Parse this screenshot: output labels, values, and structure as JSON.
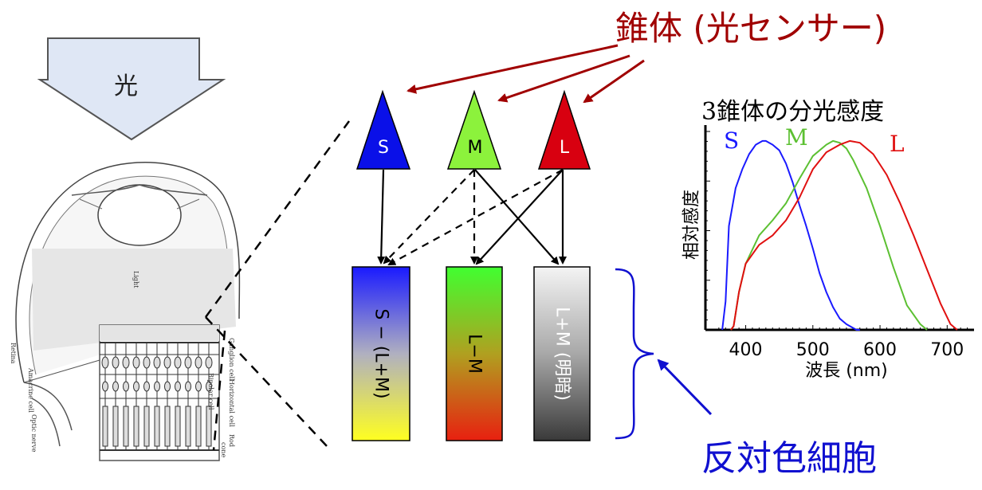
{
  "light_arrow": {
    "label": "光"
  },
  "cones": {
    "title": "錐体 (光センサー)",
    "s": {
      "label": "S",
      "color": "#0a10e8"
    },
    "m": {
      "label": "M",
      "color": "#8cf23c"
    },
    "l": {
      "label": "L",
      "color": "#d80010"
    }
  },
  "opponent": {
    "title": "反対色細胞",
    "s_lm": {
      "label": "S − (L+M)"
    },
    "l_m": {
      "label": "L−M"
    },
    "lum": {
      "label": "L+M (明暗)"
    }
  },
  "eye": {
    "labels": [
      "Light",
      "Retina",
      "Amacrine cell",
      "Optic nerve",
      "Ganglion cell",
      "Bipolar cell",
      "Horizontal cell",
      "Rod",
      "cone"
    ]
  },
  "chart_data": {
    "type": "line",
    "title": "3錐体の分光感度",
    "xlabel": "波長 (nm)",
    "ylabel": "相対感度",
    "xlim": [
      340,
      740
    ],
    "ylim": [
      0,
      1.05
    ],
    "xticks": [
      400,
      500,
      600,
      700
    ],
    "series": [
      {
        "name": "S",
        "color": "#1a1aff",
        "x": [
          365,
          370,
          375,
          385,
          395,
          405,
          415,
          425,
          430,
          440,
          450,
          460,
          470,
          480,
          490,
          500,
          510,
          520,
          530,
          540,
          550,
          560,
          565,
          570
        ],
        "y": [
          0.0,
          0.15,
          0.55,
          0.75,
          0.85,
          0.93,
          0.98,
          1.0,
          1.0,
          0.98,
          0.95,
          0.88,
          0.78,
          0.66,
          0.55,
          0.43,
          0.3,
          0.2,
          0.12,
          0.06,
          0.03,
          0.01,
          0.0,
          0.0
        ]
      },
      {
        "name": "M",
        "color": "#5cc032",
        "x": [
          378,
          382,
          390,
          400,
          420,
          440,
          460,
          480,
          500,
          520,
          530,
          540,
          550,
          560,
          580,
          600,
          620,
          640,
          660,
          670
        ],
        "y": [
          0.0,
          0.02,
          0.2,
          0.35,
          0.5,
          0.58,
          0.67,
          0.8,
          0.92,
          0.98,
          1.0,
          0.99,
          0.96,
          0.9,
          0.75,
          0.55,
          0.33,
          0.13,
          0.03,
          0.0
        ]
      },
      {
        "name": "L",
        "color": "#e01010",
        "x": [
          378,
          382,
          390,
          400,
          420,
          440,
          460,
          480,
          500,
          520,
          540,
          555,
          570,
          590,
          610,
          630,
          650,
          670,
          690,
          705,
          715
        ],
        "y": [
          0.0,
          0.02,
          0.2,
          0.35,
          0.45,
          0.5,
          0.58,
          0.7,
          0.85,
          0.94,
          0.98,
          1.0,
          0.99,
          0.93,
          0.82,
          0.67,
          0.5,
          0.32,
          0.14,
          0.03,
          0.0
        ]
      }
    ]
  }
}
